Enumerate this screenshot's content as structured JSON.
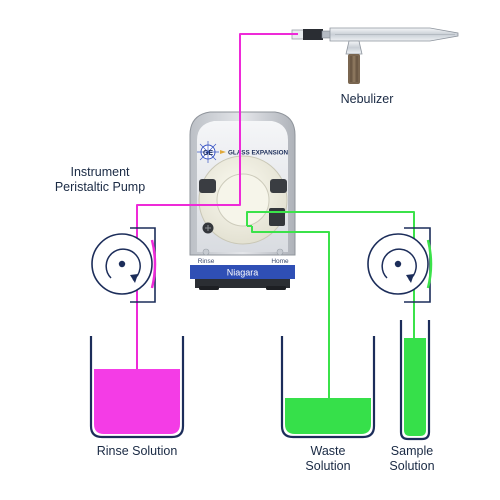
{
  "labels": {
    "nebulizer": "Nebulizer",
    "pump": "Instrument\nPeristaltic Pump",
    "rinse": "Rinse Solution",
    "waste": "Waste\nSolution",
    "sample": "Sample\nSolution"
  },
  "device": {
    "logo_text": "GLASS EXPANSION",
    "logo_mark": "GE",
    "brand": "Niagara",
    "left_button": "Rinse",
    "right_button": "Home"
  },
  "colors": {
    "rinse_line": "#ee2ad8",
    "sample_line": "#3be24a",
    "rinse_fill": "#f43ce6",
    "waste_fill": "#36e04a",
    "sample_fill": "#36e04a",
    "beaker_outline": "#1c2d5a",
    "brand_bar": "#2f4fb5",
    "label_text": "#1a2a44"
  }
}
